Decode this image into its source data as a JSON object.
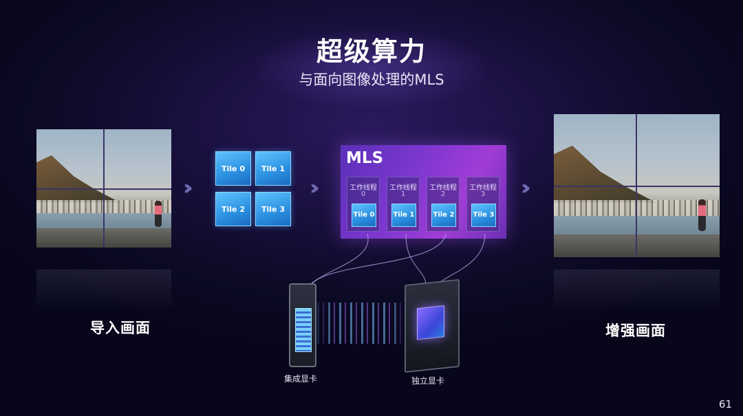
{
  "header": {
    "title": "超级算力",
    "subtitle": "与面向图像处理的MLS"
  },
  "left_panel": {
    "label": "导入画面"
  },
  "right_panel": {
    "label": "增强画面"
  },
  "tiles": [
    "Tile 0",
    "Tile 1",
    "Tile 2",
    "Tile 3"
  ],
  "mls": {
    "title": "MLS",
    "threads": [
      {
        "label": "工作线程",
        "num": "0",
        "tile": "Tile 0"
      },
      {
        "label": "工作线程",
        "num": "1",
        "tile": "Tile 1"
      },
      {
        "label": "工作线程",
        "num": "2",
        "tile": "Tile 2"
      },
      {
        "label": "工作线程",
        "num": "3",
        "tile": "Tile 3"
      }
    ]
  },
  "gpus": {
    "integrated": "集成显卡",
    "discrete": "独立显卡"
  },
  "page_number": "61",
  "colors": {
    "accent": "#7d37d0",
    "tile": "#2b8fe0"
  },
  "icons": [
    "chevron-right-icon",
    "integrated-gpu-icon",
    "discrete-gpu-icon"
  ]
}
